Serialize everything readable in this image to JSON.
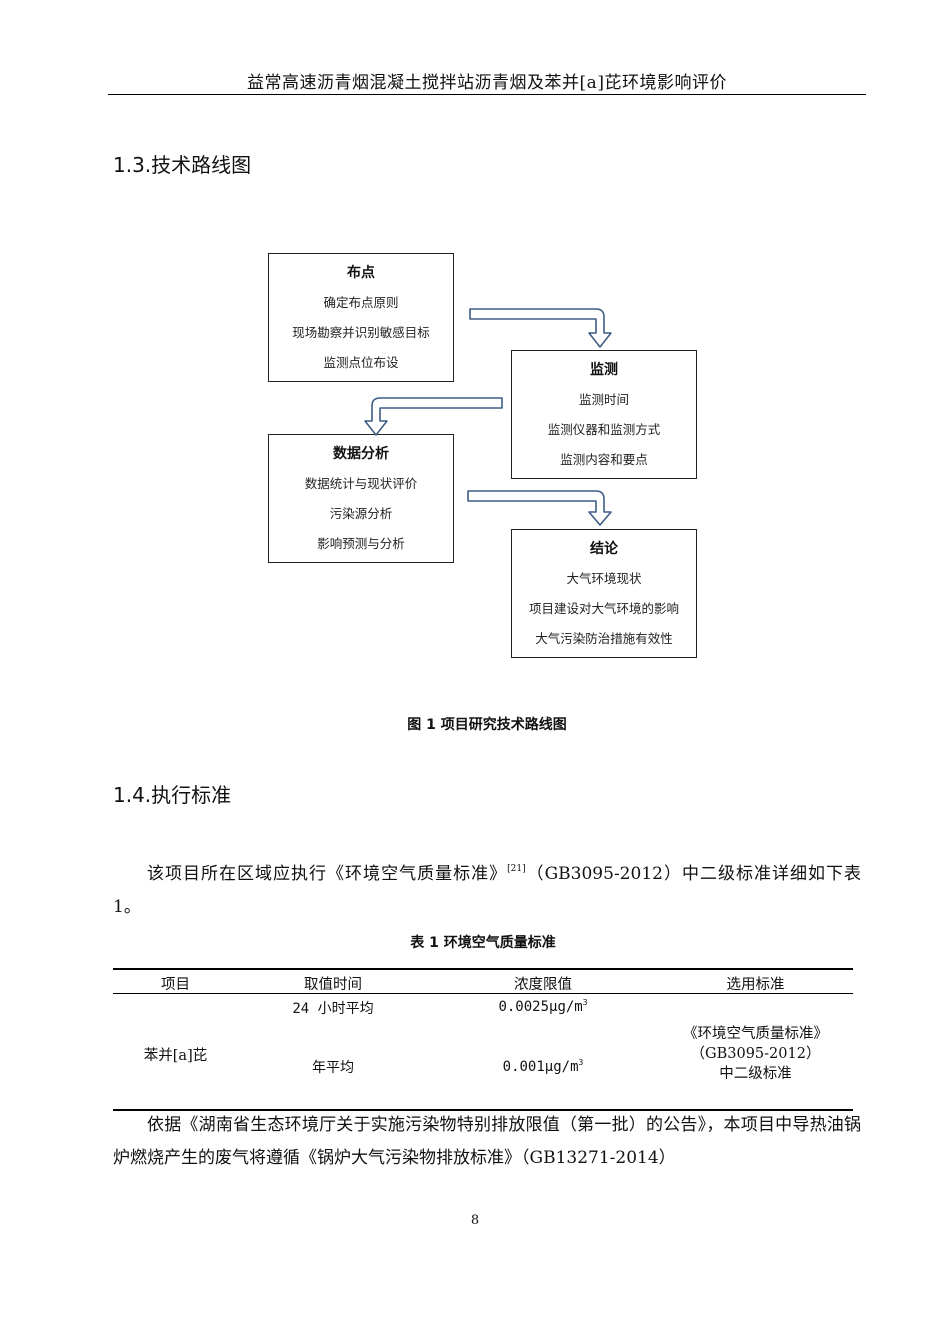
{
  "header": {
    "title": "益常高速沥青烟混凝土搅拌站沥青烟及苯并[a]芘环境影响评价"
  },
  "section_1_3": {
    "heading": "1.3.技术路线图"
  },
  "flowchart": {
    "boxes": [
      {
        "title": "布点",
        "lines": [
          "确定布点原则",
          "现场勘察并识别敏感目标",
          "监测点位布设"
        ]
      },
      {
        "title": "监测",
        "lines": [
          "监测时间",
          "监测仪器和监测方式",
          "监测内容和要点"
        ]
      },
      {
        "title": "数据分析",
        "lines": [
          "数据统计与现状评价",
          "污染源分析",
          "影响预测与分析"
        ]
      },
      {
        "title": "结论",
        "lines": [
          "大气环境现状",
          "项目建设对大气环境的影响",
          "大气污染防治措施有效性"
        ]
      }
    ],
    "caption": "图 1 项目研究技术路线图"
  },
  "section_1_4": {
    "heading": "1.4.执行标准",
    "para1_before_ref": "该项目所在区域应执行《环境空气质量标准》",
    "para1_ref": "[21]",
    "para1_after_ref": "（GB3095-2012）中二级标准详细如下表 1。"
  },
  "table": {
    "caption": "表 1 环境空气质量标准",
    "headers": [
      "项目",
      "取值时间",
      "浓度限值",
      "选用标准"
    ],
    "pollutant": "苯并[a]芘",
    "rows": [
      {
        "time": "24 小时平均",
        "limit_value": "0.0025",
        "limit_unit": "μg/m",
        "limit_exp": "3"
      },
      {
        "time": "年平均",
        "limit_value": "0.001",
        "limit_unit": "μg/m",
        "limit_exp": "3"
      }
    ],
    "standard_lines": [
      "《环境空气质量标准》",
      "（GB3095-2012）",
      "中二级标准"
    ]
  },
  "para2": "依据《湖南省生态环境厅关于实施污染物特别排放限值（第一批）的公告》，本项目中导热油锅炉燃烧产生的废气将遵循《锅炉大气污染物排放标准》（GB13271-2014）",
  "page_number": "8"
}
